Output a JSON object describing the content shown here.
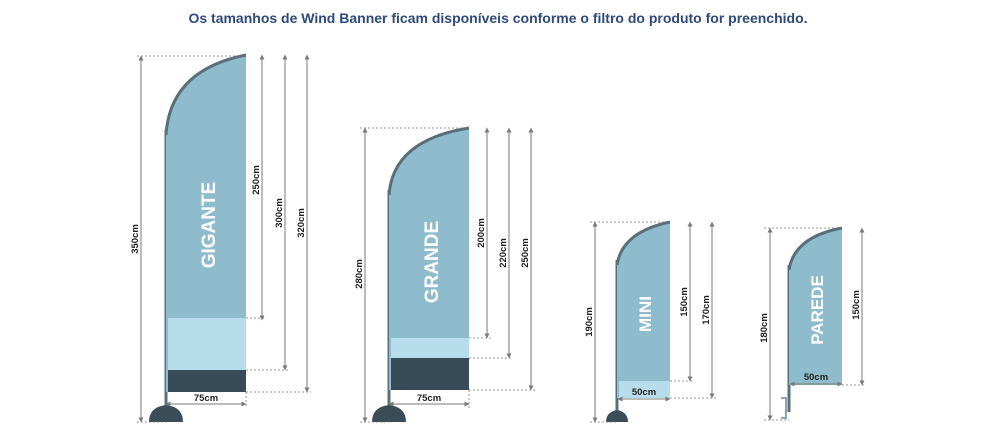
{
  "headline": "Os tamanhos de Wind Banner ficam disponíveis conforme o filtro do produto for preenchido.",
  "colors": {
    "headline": "#2e4a7d",
    "flag": "#8fbccd",
    "flag_light": "#b7dcec",
    "flag_dark": "#374c58",
    "pole": "#5a6f7a",
    "base": "#3a4d57",
    "dim_line": "#7a7a7a"
  },
  "banners": [
    {
      "id": "gigante",
      "name": "GIGANTE",
      "width": "75cm",
      "total_height": "350cm",
      "dims": [
        "250cm",
        "300cm",
        "320cm"
      ]
    },
    {
      "id": "grande",
      "name": "GRANDE",
      "width": "75cm",
      "total_height": "280cm",
      "dims": [
        "200cm",
        "220cm",
        "250cm"
      ]
    },
    {
      "id": "mini",
      "name": "MINI",
      "width": "50cm",
      "total_height": "190cm",
      "dims": [
        "150cm",
        "170cm"
      ]
    },
    {
      "id": "parede",
      "name": "PAREDE",
      "width": "50cm",
      "total_height": "180cm",
      "dims": [
        "150cm"
      ]
    }
  ]
}
